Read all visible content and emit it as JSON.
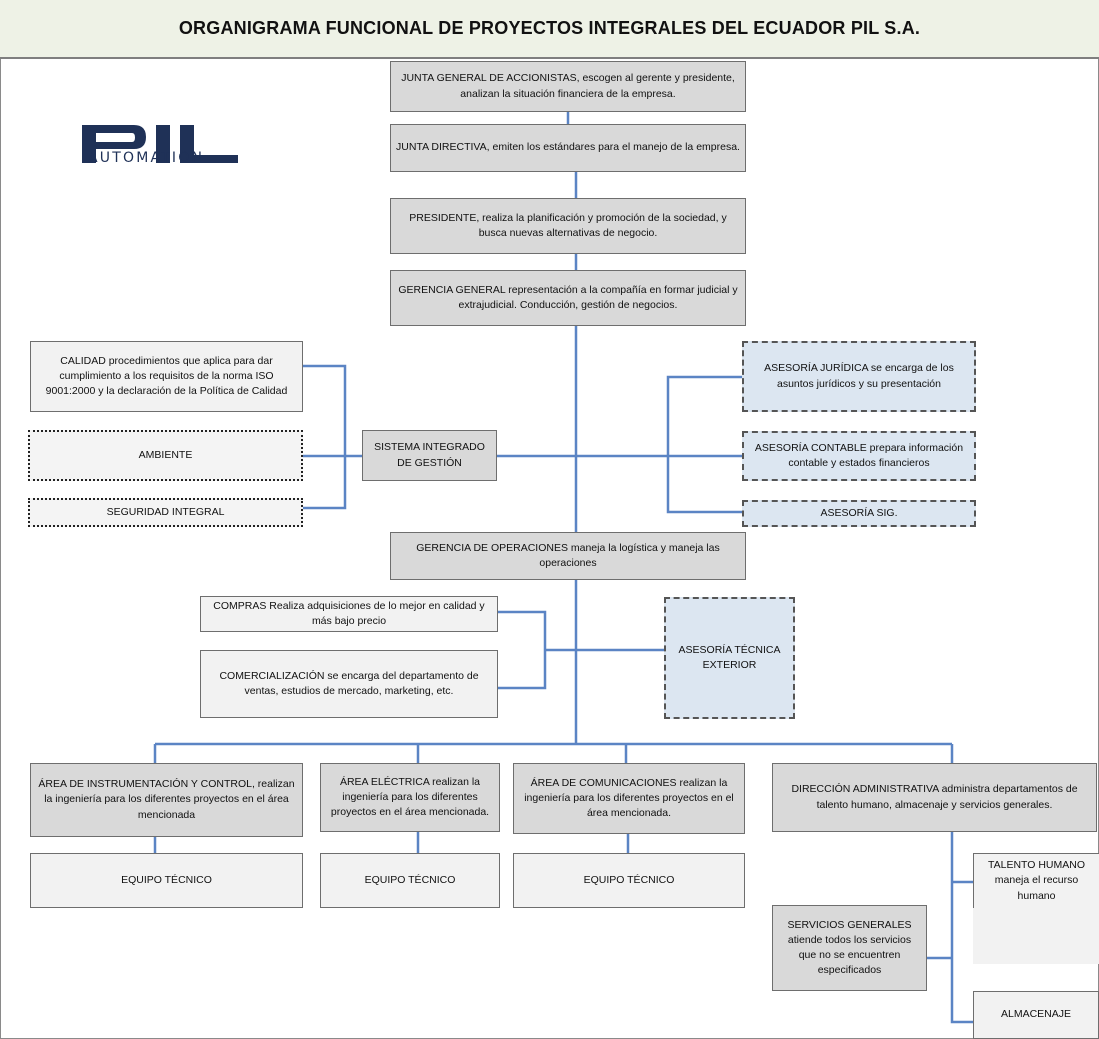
{
  "title": "ORGANIGRAMA FUNCIONAL DE PROYECTOS INTEGRALES DEL ECUADOR PIL S.A.",
  "logo": {
    "text": "PIL",
    "subtext": "AUTOMATION"
  },
  "nodes": {
    "junta_general": "JUNTA GENERAL DE ACCIONISTAS, escogen al gerente y presidente, analizan la situación financiera de la empresa.",
    "junta_directiva": "JUNTA DIRECTIVA, emiten los estándares para el manejo de la empresa.",
    "presidente": "PRESIDENTE, realiza la planificación y promoción de la sociedad, y busca nuevas alternativas de negocio.",
    "gerencia_general": "GERENCIA GENERAL representación a la compañía en formar judicial y extrajudicial. Conducción, gestión de negocios.",
    "calidad": "CALIDAD procedimientos que aplica para dar cumplimiento a los requisitos de la norma ISO 9001:2000 y la declaración de la Política de Calidad",
    "ambiente": "AMBIENTE",
    "seguridad": "SEGURIDAD INTEGRAL",
    "sistema_integrado": "SISTEMA INTEGRADO DE GESTIÓN",
    "asesoria_juridica": "ASESORÍA JURÍDICA se encarga de los asuntos jurídicos y su presentación",
    "asesoria_contable": "ASESORÍA CONTABLE prepara información contable y estados financieros",
    "asesoria_sig": "ASESORÍA SIG.",
    "gerencia_operaciones": "GERENCIA DE OPERACIONES maneja la logística y maneja las operaciones",
    "compras": "COMPRAS Realiza adquisiciones de lo mejor en calidad y más bajo precio",
    "comercializacion": "COMERCIALIZACIÓN se encarga del departamento de ventas, estudios de mercado, marketing, etc.",
    "asesoria_tecnica": "ASESORÍA TÉCNICA EXTERIOR",
    "area_instrumentacion": "ÁREA DE INSTRUMENTACIÓN Y CONTROL, realizan la ingeniería para los diferentes proyectos en el área mencionada",
    "area_electrica": "ÁREA ELÉCTRICA realizan la ingeniería para los diferentes proyectos en el área mencionada.",
    "area_comunicaciones": "ÁREA DE COMUNICACIONES realizan la ingeniería para los diferentes proyectos en el área mencionada.",
    "direccion_administrativa": "DIRECCIÓN ADMINISTRATIVA administra departamentos de talento humano, almacenaje y servicios generales.",
    "equipo_tecnico_1": "EQUIPO TÉCNICO",
    "equipo_tecnico_2": "EQUIPO TÉCNICO",
    "equipo_tecnico_3": "EQUIPO TÉCNICO",
    "talento_humano": "TALENTO HUMANO maneja el recurso humano",
    "servicios_generales": "SERVICIOS GENERALES atiende todos los servicios que no se encuentren especificados",
    "almacenaje": "ALMACENAJE"
  },
  "colors": {
    "connector": "#5b84c4",
    "gray_box": "#d9d9d9",
    "light_box": "#f2f2f2",
    "blue_box": "#dce6f1",
    "logo": "#1f3157"
  }
}
